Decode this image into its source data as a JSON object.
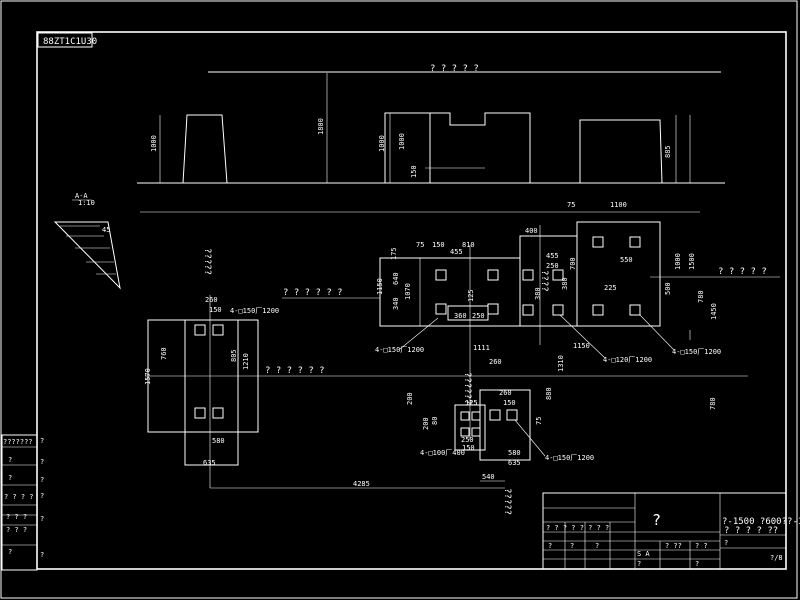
{
  "header": {
    "stamp": "88ZT1C1U30"
  },
  "section_mark": {
    "label": "A-A",
    "scale": "1:10",
    "angle": "45"
  },
  "plan_texts": {
    "top_title": "? ? ? ? ?",
    "mid_left": "? ? ? ? ? ?",
    "right": "? ? ? ? ?",
    "center": "? ? ? ? ? ?",
    "v_col1": "?????",
    "v_col2": "??????",
    "v_col3": "????"
  },
  "elevation_dims": {
    "d1800": "1800",
    "d1000a": "1000",
    "d1000b": "1000",
    "d1000c": "1000",
    "d885": "885",
    "d150": "150"
  },
  "dims": {
    "d75a": "75",
    "d150a": "150",
    "d810": "810",
    "d400": "400",
    "d75b": "75",
    "d1100": "1100",
    "d455": "455",
    "d250": "250",
    "d175": "175",
    "d550": "550",
    "d700": "700",
    "d1000": "1000",
    "d1500": "1500",
    "d500": "500",
    "d780": "780",
    "d1450": "1450",
    "d150b": "150",
    "d640": "640",
    "d1070": "1070",
    "d225": "225",
    "d380": "380",
    "d380b": "380",
    "d340": "340",
    "d360": "360",
    "d250b": "250",
    "d1111": "1111",
    "d1150": "1150",
    "d260": "260",
    "d150c": "150",
    "d200": "200",
    "d760": "760",
    "d1570": "1570",
    "d805": "805",
    "d1210": "1210",
    "d80": "80",
    "d1310": "1310",
    "d880": "880",
    "d780b": "780",
    "d200b": "200",
    "d260b": "260",
    "d150d": "150",
    "d125": "125",
    "d250c": "250",
    "d150e": "150",
    "d75c": "75",
    "d580": "580",
    "d635": "635",
    "d580b": "580",
    "d635b": "635",
    "d4285": "4285",
    "d540": "540"
  },
  "callouts": {
    "c1": "4-□150厂1200",
    "c2": "4-□150厂1200",
    "c3": "4-□120厂1200",
    "c4": "4-□150厂1200",
    "c5": "4-□100厂400",
    "c6": "4-□150厂1200"
  },
  "left_table": {
    "rows": [
      "???????",
      "?",
      "?",
      "? ? ? ?",
      "? ? ?",
      "? ? ?",
      "?",
      "?"
    ],
    "col2": [
      "?",
      "?",
      "?",
      "?",
      "?",
      "?"
    ]
  },
  "title_block": {
    "big_q": "?",
    "project_line1": "?-1500  ?600??-1",
    "project_line2": "?  ?  ?  ?  ??",
    "scale_cell": "S A",
    "row_a": "?  ??",
    "row_b": "?  ?",
    "sheet": "?",
    "no": "?",
    "grid_text": "? ? ? ? ? ? ? ?",
    "small1": "?",
    "small2": "?",
    "small3": "?",
    "page": "?/8"
  }
}
